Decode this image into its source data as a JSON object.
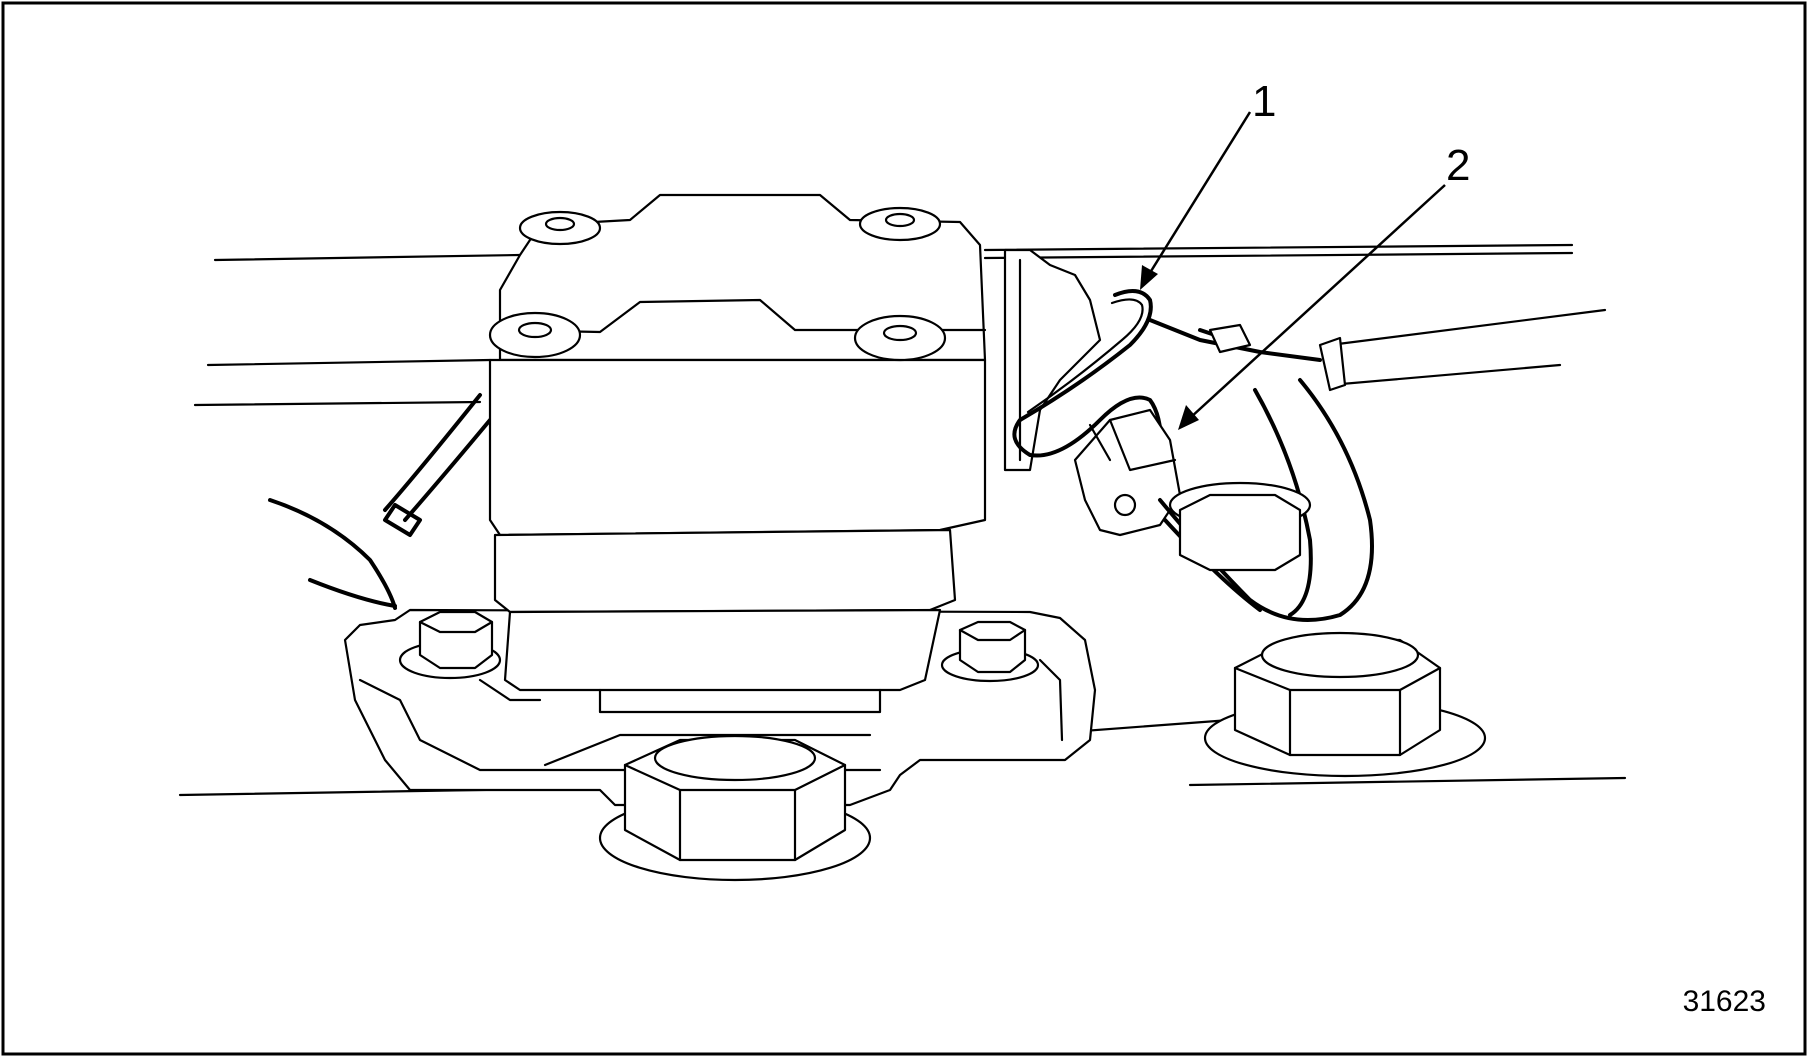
{
  "figure": {
    "callouts": [
      {
        "label": "1"
      },
      {
        "label": "2"
      }
    ],
    "figure_number": "31623"
  }
}
